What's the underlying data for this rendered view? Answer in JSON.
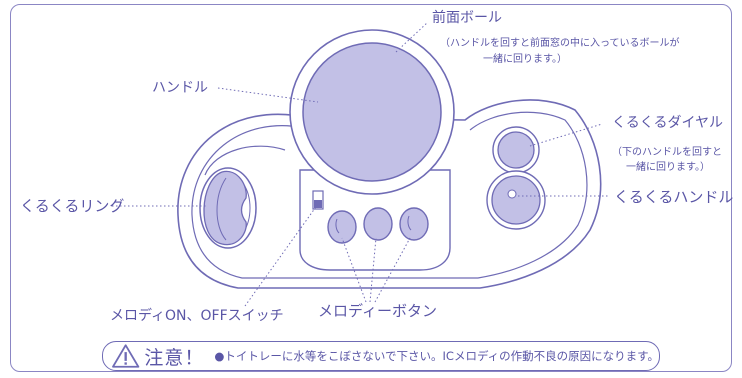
{
  "labels": {
    "front_ball": "前面ボール",
    "front_ball_note_1": "（ハンドルを回すと前面窓の中に入っているボールが",
    "front_ball_note_2": "一緒に回ります。）",
    "handle": "ハンドル",
    "kurukuru_dial": "くるくるダイヤル",
    "kurukuru_dial_note_1": "（下のハンドルを回すと",
    "kurukuru_dial_note_2": "一緒に回ります。）",
    "kurukuru_handle": "くるくるハンドル",
    "kurukuru_ring": "くるくるリング",
    "melody_switch": "メロディON、OFFスイッチ",
    "melody_buttons": "メロディーボタン"
  },
  "warning": {
    "title": "注意！",
    "text": "●トイトレーに水等をこぼさないで下さい。ICメロディの作動不良の原因になります。"
  },
  "colors": {
    "stroke": "#6f6bb5",
    "fill": "#c2c0e6",
    "text": "#5a56a6"
  }
}
